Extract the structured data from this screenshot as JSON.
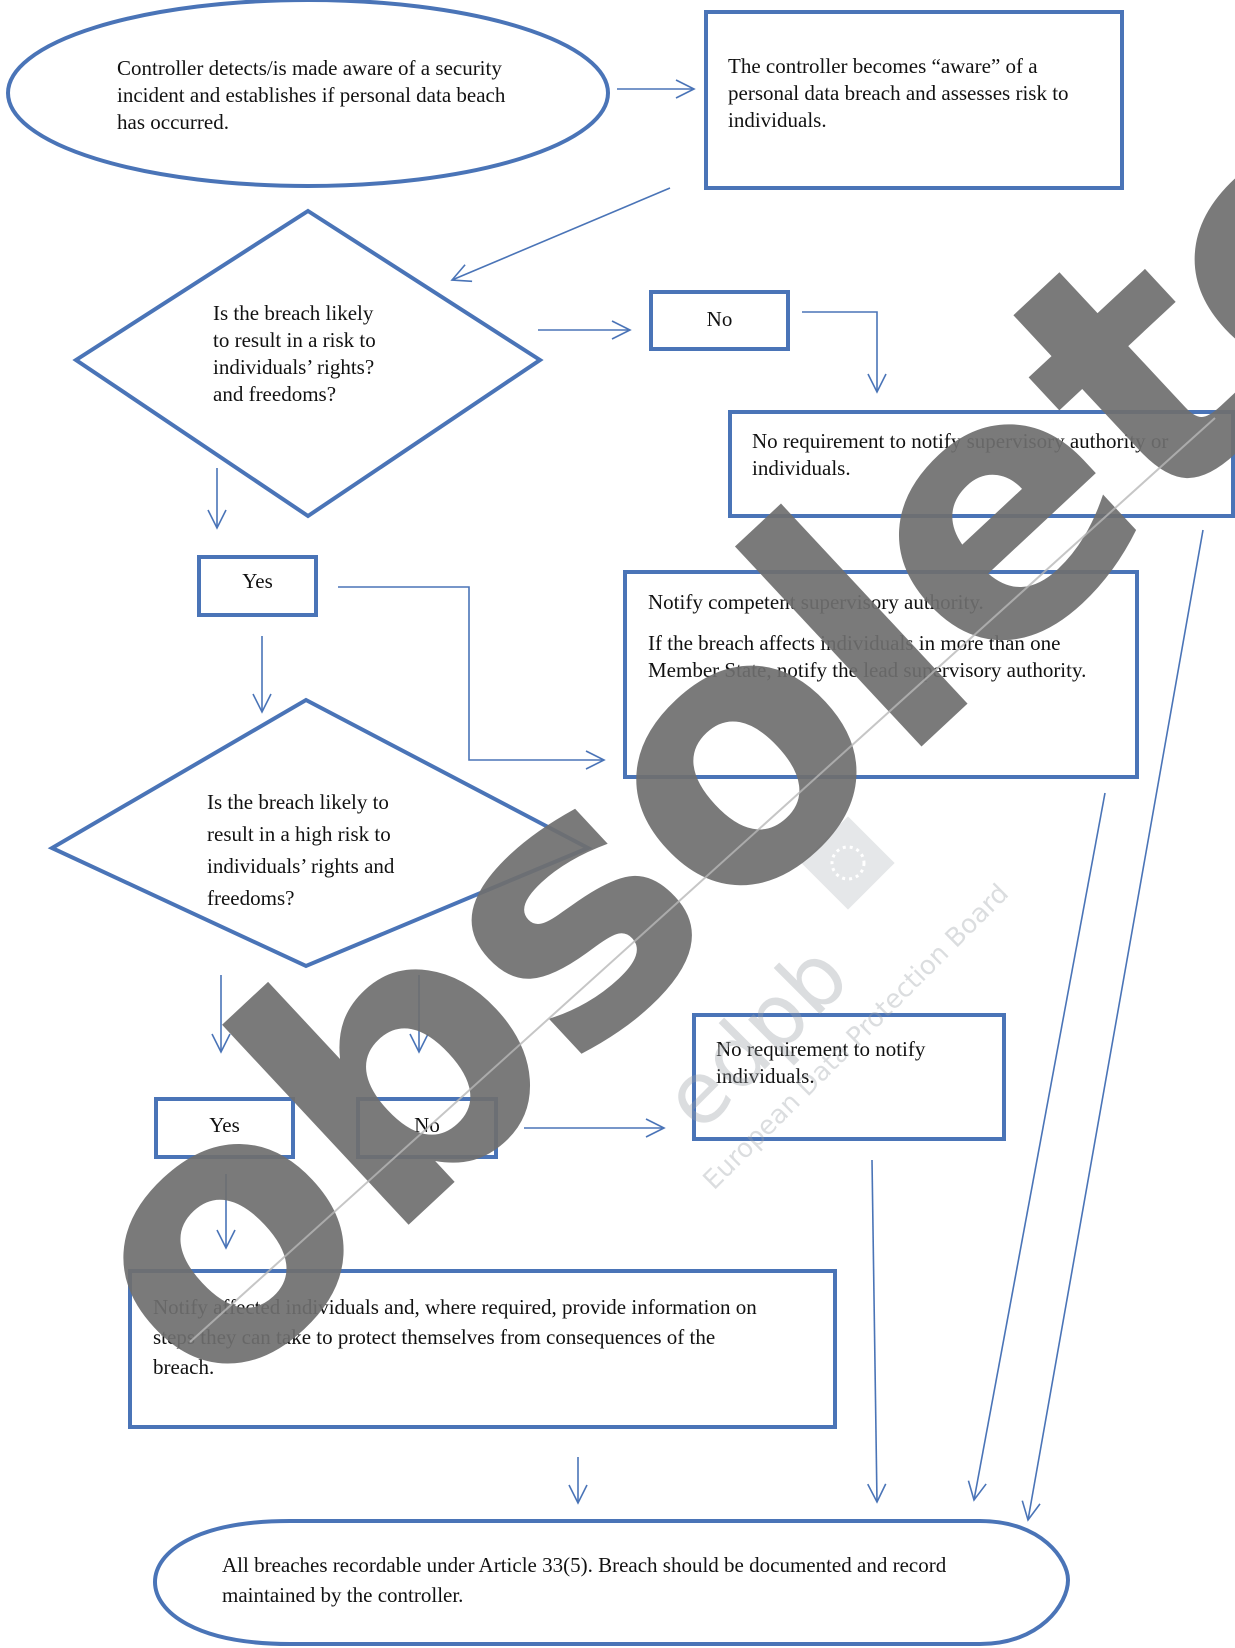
{
  "start": {
    "text": "Controller detects/is made aware of a security incident and establishes if personal data beach has occurred."
  },
  "aware": {
    "text": "The controller becomes “aware” of a personal data breach and assesses risk to individuals."
  },
  "decision1": {
    "line1": "Is the breach likely",
    "line2": "to result in a risk to",
    "line3": "individuals’ rights?",
    "line4": "and freedoms?"
  },
  "no1": {
    "label": "No"
  },
  "no_req_sa": {
    "text": "No requirement to notify supervisory authority or individuals."
  },
  "yes1": {
    "label": "Yes"
  },
  "notify_sa": {
    "para1": "Notify competent supervisory authority.",
    "para2": "If the breach affects individuals in more than one Member State, notify the lead supervisory authority."
  },
  "decision2": {
    "line1": "Is the breach likely to",
    "line2": "result in a high risk to",
    "line3": "individuals’ rights and",
    "line4": "freedoms?"
  },
  "yes2": {
    "label": "Yes"
  },
  "no2": {
    "label": "No"
  },
  "no_req_ind": {
    "text": "No requirement to notify individuals."
  },
  "notify_ind": {
    "text": "Notify affected individuals and, where required, provide information on steps they can take to protect themselves from consequences of the breach."
  },
  "end": {
    "text": "All breaches recordable under Article 33(5). Breach should be documented and record maintained by the controller."
  },
  "colors": {
    "shape_stroke": "#4a74b7",
    "watermark": "#6f6f6f"
  }
}
